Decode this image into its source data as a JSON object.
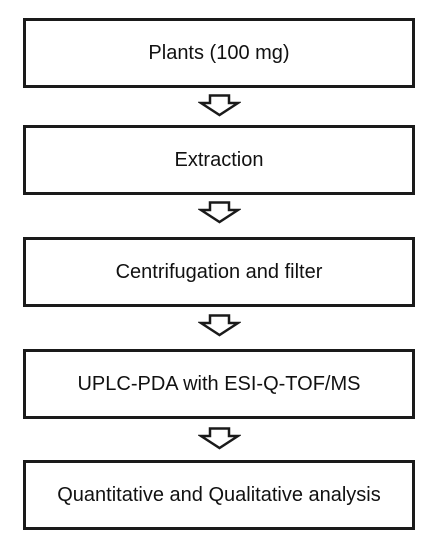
{
  "diagram": {
    "steps": [
      {
        "label": "Plants (100 mg)"
      },
      {
        "label": "Extraction"
      },
      {
        "label": "Centrifugation and filter"
      },
      {
        "label": "UPLC-PDA with ESI-Q-TOF/MS"
      },
      {
        "label": "Quantitative and Qualitative analysis"
      }
    ],
    "arrow_icon": "hollow-down-arrow-icon",
    "colors": {
      "border": "#1a1a1a",
      "text": "#111111",
      "background": "#ffffff"
    }
  }
}
